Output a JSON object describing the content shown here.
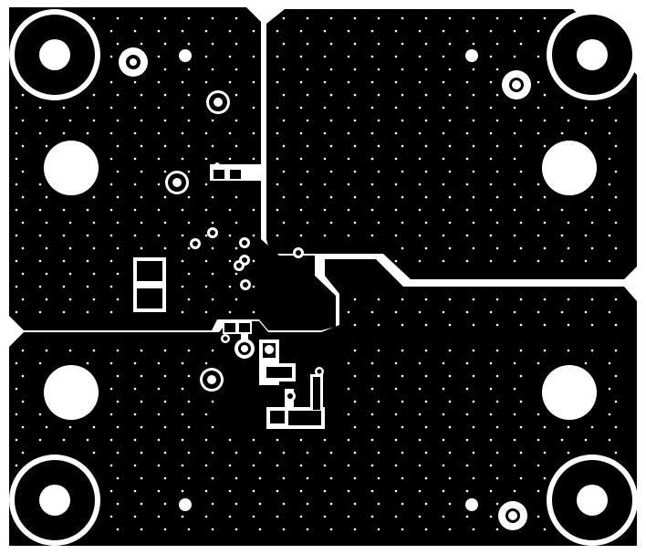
{
  "layer": {
    "copper_color": "#000000",
    "background_color": "#ffffff",
    "via_color": "#ffffff"
  },
  "pcb": {
    "regions": [
      {
        "name": "copper-pour-top-left"
      },
      {
        "name": "copper-pour-top-right"
      },
      {
        "name": "copper-pour-bottom"
      }
    ],
    "mounting_holes": [
      {
        "name": "mounting-hole-top-left"
      },
      {
        "name": "mounting-hole-top-right"
      },
      {
        "name": "mounting-hole-bottom-left"
      },
      {
        "name": "mounting-hole-bottom-right"
      }
    ]
  }
}
